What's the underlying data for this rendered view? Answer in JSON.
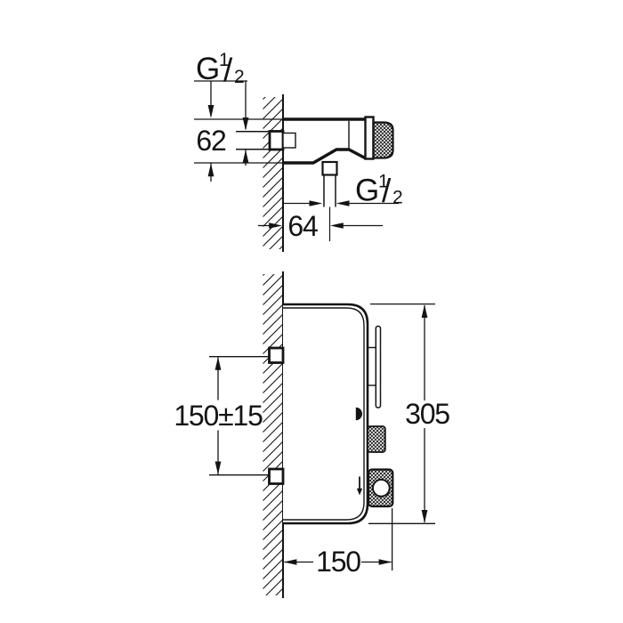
{
  "meta": {
    "drawing_type": "installation dimension drawing",
    "subject": "wall-mounted thermostatic shower mixer with shelf, two side views",
    "units": "mm",
    "line_color": "#141414",
    "background_color": "#ffffff"
  },
  "top_view": {
    "inlet_thread": {
      "prefix": "G",
      "numerator": "1",
      "slash": "/",
      "denominator": "2"
    },
    "body_height": "62",
    "outlet_offset": "64",
    "outlet_thread": {
      "prefix": "G",
      "numerator": "1",
      "slash": "/",
      "denominator": "2"
    }
  },
  "front_view": {
    "inlet_spacing": "150±15",
    "overall_height": "305",
    "overall_depth": "150"
  }
}
